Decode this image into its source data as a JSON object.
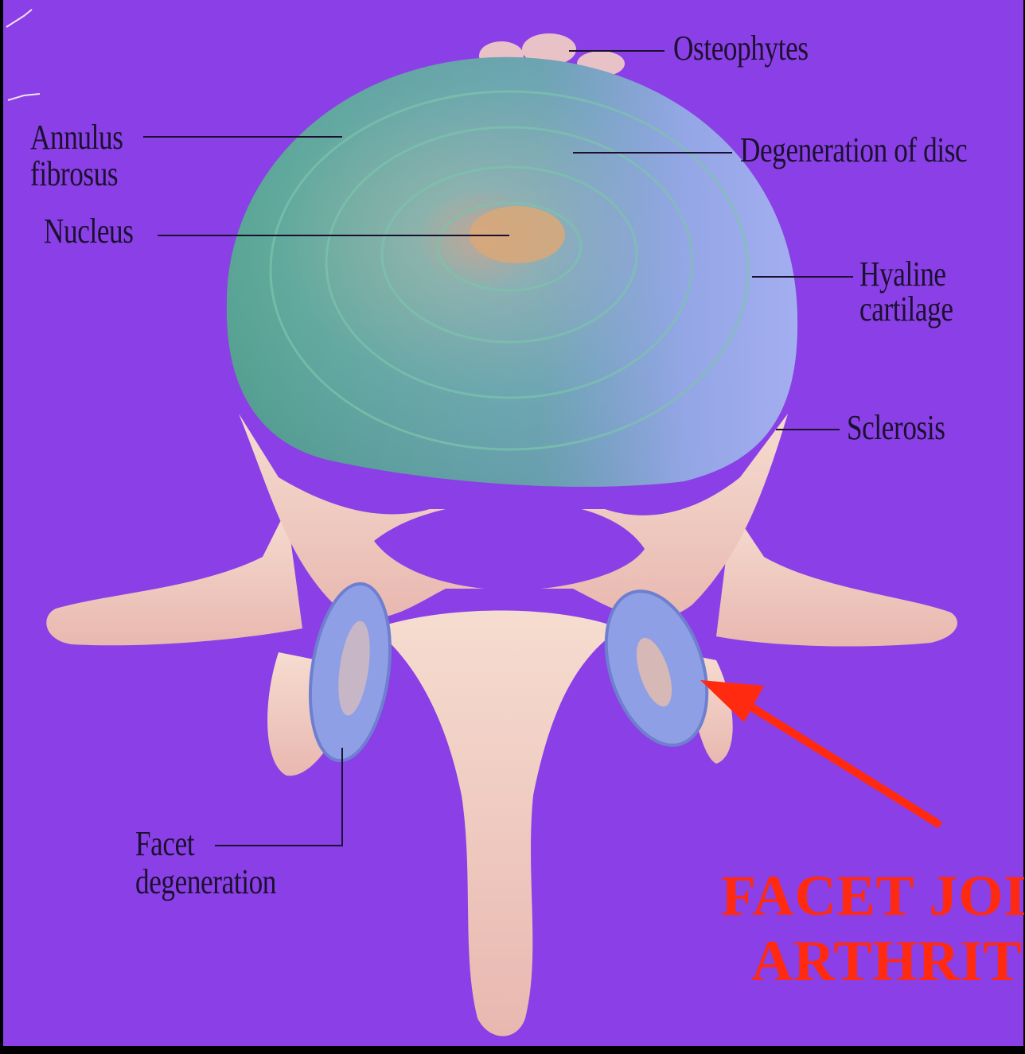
{
  "labels": {
    "osteophytes": "Osteophytes",
    "annulus_line1": "Annulus",
    "annulus_line2": "fibrosus",
    "nucleus": "Nucleus",
    "degeneration_of_disc": "Degeneration of disc",
    "hyaline_line1": "Hyaline",
    "hyaline_line2": "cartilage",
    "sclerosis": "Sclerosis",
    "facet_line1": "Facet",
    "facet_line2": "degeneration"
  },
  "highlight": {
    "line1": "FACET JOI",
    "line2": "ARTHRIT"
  },
  "colors": {
    "background": "#8a40e6",
    "arrow": "#ff2a10",
    "highlight_text": "#ff2a10",
    "bone": "#f4cfc0",
    "disc_green": "#5eaa98",
    "disc_blue": "#8f9fe6",
    "nucleus": "#d9a878"
  }
}
